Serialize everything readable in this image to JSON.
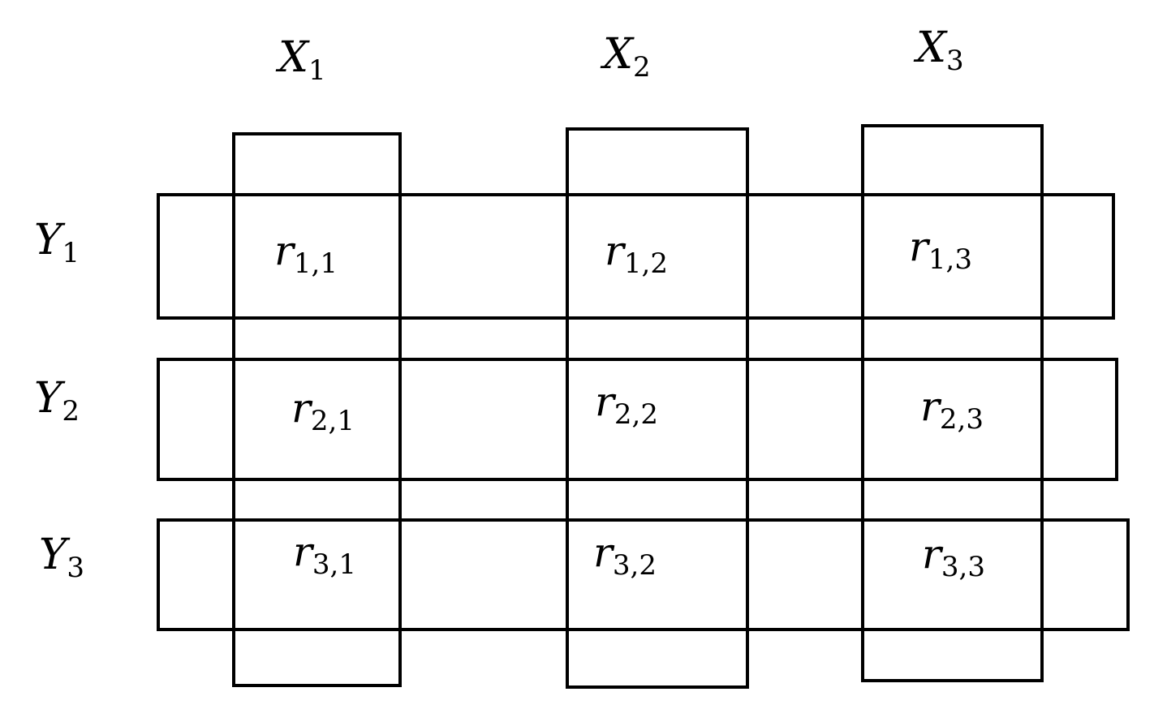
{
  "diagram": {
    "columns": [
      {
        "symbol": "X",
        "subscript": "1"
      },
      {
        "symbol": "X",
        "subscript": "2"
      },
      {
        "symbol": "X",
        "subscript": "3"
      }
    ],
    "rows": [
      {
        "symbol": "Y",
        "subscript": "1"
      },
      {
        "symbol": "Y",
        "subscript": "2"
      },
      {
        "symbol": "Y",
        "subscript": "3"
      }
    ],
    "cells": [
      [
        {
          "symbol": "r",
          "subscript": "1,1"
        },
        {
          "symbol": "r",
          "subscript": "1,2"
        },
        {
          "symbol": "r",
          "subscript": "1,3"
        }
      ],
      [
        {
          "symbol": "r",
          "subscript": "2,1"
        },
        {
          "symbol": "r",
          "subscript": "2,2"
        },
        {
          "symbol": "r",
          "subscript": "2,3"
        }
      ],
      [
        {
          "symbol": "r",
          "subscript": "3,1"
        },
        {
          "symbol": "r",
          "subscript": "3,2"
        },
        {
          "symbol": "r",
          "subscript": "3,3"
        }
      ]
    ]
  }
}
